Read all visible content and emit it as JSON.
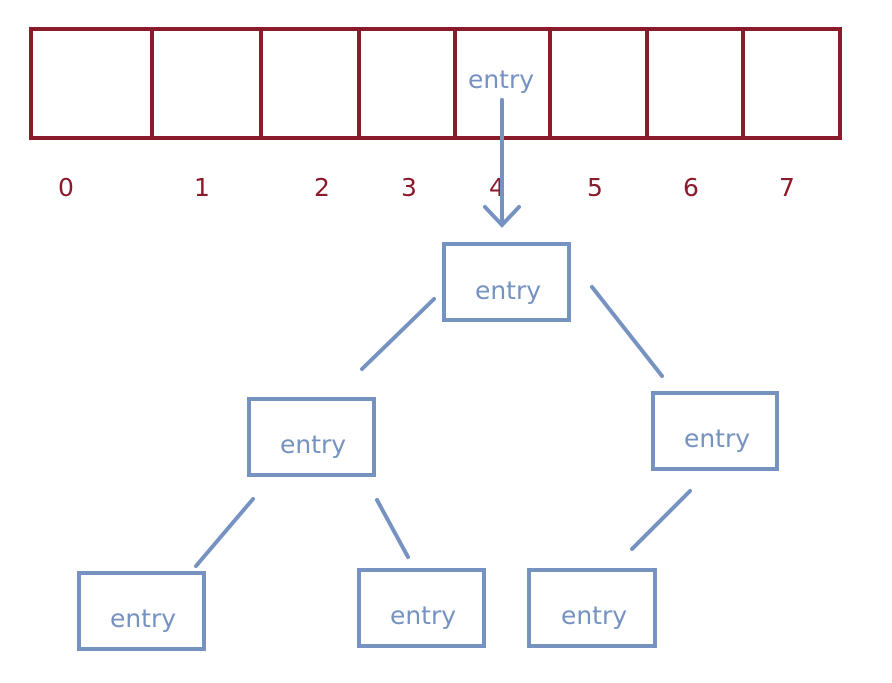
{
  "colors": {
    "array": "#8b1a2b",
    "node": "#7592c0",
    "text_node": "#7592c0",
    "text_index": "#8b1a2b",
    "background": "#ffffff"
  },
  "array": {
    "indices": [
      "0",
      "1",
      "2",
      "3",
      "4",
      "5",
      "6",
      "7"
    ],
    "slot_label": "entry",
    "slot_with_entry": "4"
  },
  "tree": {
    "root": {
      "label": "entry"
    },
    "left": {
      "label": "entry"
    },
    "right": {
      "label": "entry"
    },
    "left_left": {
      "label": "entry"
    },
    "left_right": {
      "label": "entry"
    },
    "right_left": {
      "label": "entry"
    }
  }
}
